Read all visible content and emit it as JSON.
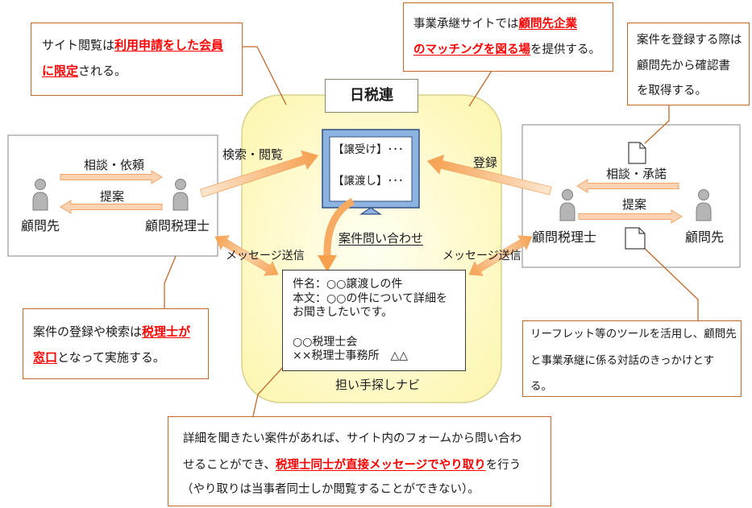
{
  "title_box": {
    "label": "日税連"
  },
  "callouts": {
    "site_access": {
      "lines": [
        [
          "サイト閲覧は",
          "利用申請をした会員"
        ],
        [
          "に限定",
          "される。"
        ]
      ]
    },
    "matching": {
      "lines": [
        [
          "事業承継サイトでは",
          "顧問先企業"
        ],
        [
          "のマッチングを図る場",
          "を提供する。"
        ]
      ]
    },
    "confirmation": {
      "lines": [
        "案件を登録する際は",
        "顧問先から確認書",
        "を取得する。"
      ]
    },
    "window": {
      "lines": [
        [
          "案件の登録や検索は",
          "税理士が"
        ],
        [
          "窓口",
          "となって実施する。"
        ]
      ]
    },
    "leaflet": {
      "lines": [
        "リーフレット等のツールを活用し、顧問先",
        "と事業承継に係る対話のきっかけとす",
        "る。"
      ]
    },
    "inquiry": {
      "lines": [
        [
          "詳細を聞きたい案件があれば、サイト内のフォームから問い合わ"
        ],
        [
          "せることができ、",
          "税理士同士が直接メッセージでやり取り",
          "を行う"
        ],
        [
          "（やり取りは当事者同士しか閲覧することができない）。"
        ]
      ]
    }
  },
  "monitor": {
    "lines": [
      "【譲受け】･･･",
      "【譲渡し】･･･"
    ]
  },
  "inquiry_label": "案件問い合わせ",
  "message": {
    "subject": "件名：○○譲渡しの件",
    "body": [
      "本文：○○の件について詳細を",
      "お聞きしたいです。"
    ],
    "signature": [
      "○○税理士会",
      "××税理士事務所　△△"
    ]
  },
  "platform_name": "担い手探しナビ",
  "flows": {
    "search": "検索・閲覧",
    "register": "登録",
    "message_left": "メッセージ送信",
    "message_right": "メッセージ送信"
  },
  "left_group": {
    "arrow_right": "相談・依頼",
    "arrow_left": "提案",
    "client": "顧問先",
    "advisor": "顧問税理士"
  },
  "right_group": {
    "arrow_left": "相談・承諾",
    "arrow_right": "提案",
    "advisor": "顧問税理士",
    "client": "顧問先"
  },
  "icons": {
    "person": "person-icon",
    "document": "document-icon",
    "monitor": "monitor-icon"
  },
  "colors": {
    "callout_border": "#c0682a",
    "highlight": "#ff0000",
    "platform_fill": "#fffbcf",
    "monitor": "#8db3e2",
    "arrow": "#f6a04e",
    "person": "#b5b5b5"
  }
}
